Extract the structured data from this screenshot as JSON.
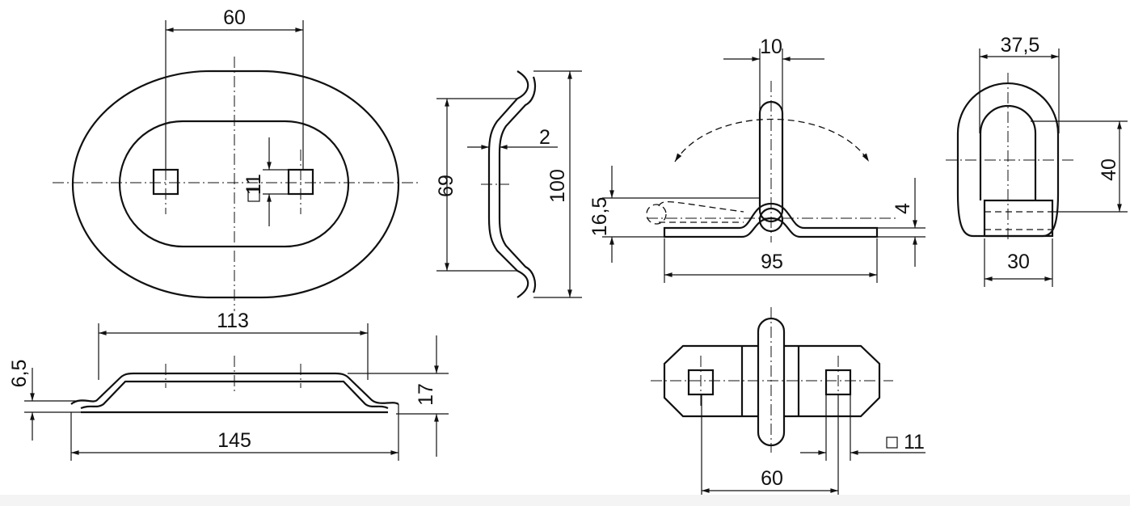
{
  "drawing": {
    "top_view_plate": {
      "width_spacing": "60",
      "square_size": "11"
    },
    "side_section": {
      "inner_height": "69",
      "thickness": "2",
      "outer_height": "100"
    },
    "front_profile": {
      "inner_width": "113",
      "outer_width": "145",
      "flange_height": "6,5",
      "total_height": "17"
    },
    "folding_ring_side": {
      "ring_width": "10",
      "pivot_height": "16,5",
      "base_thickness": "4",
      "base_length": "95"
    },
    "d_ring_front": {
      "ring_outer_width": "37,5",
      "ring_height": "40",
      "base_width": "30"
    },
    "folding_ring_top": {
      "hole_spacing": "60",
      "square_hole": "11"
    }
  }
}
